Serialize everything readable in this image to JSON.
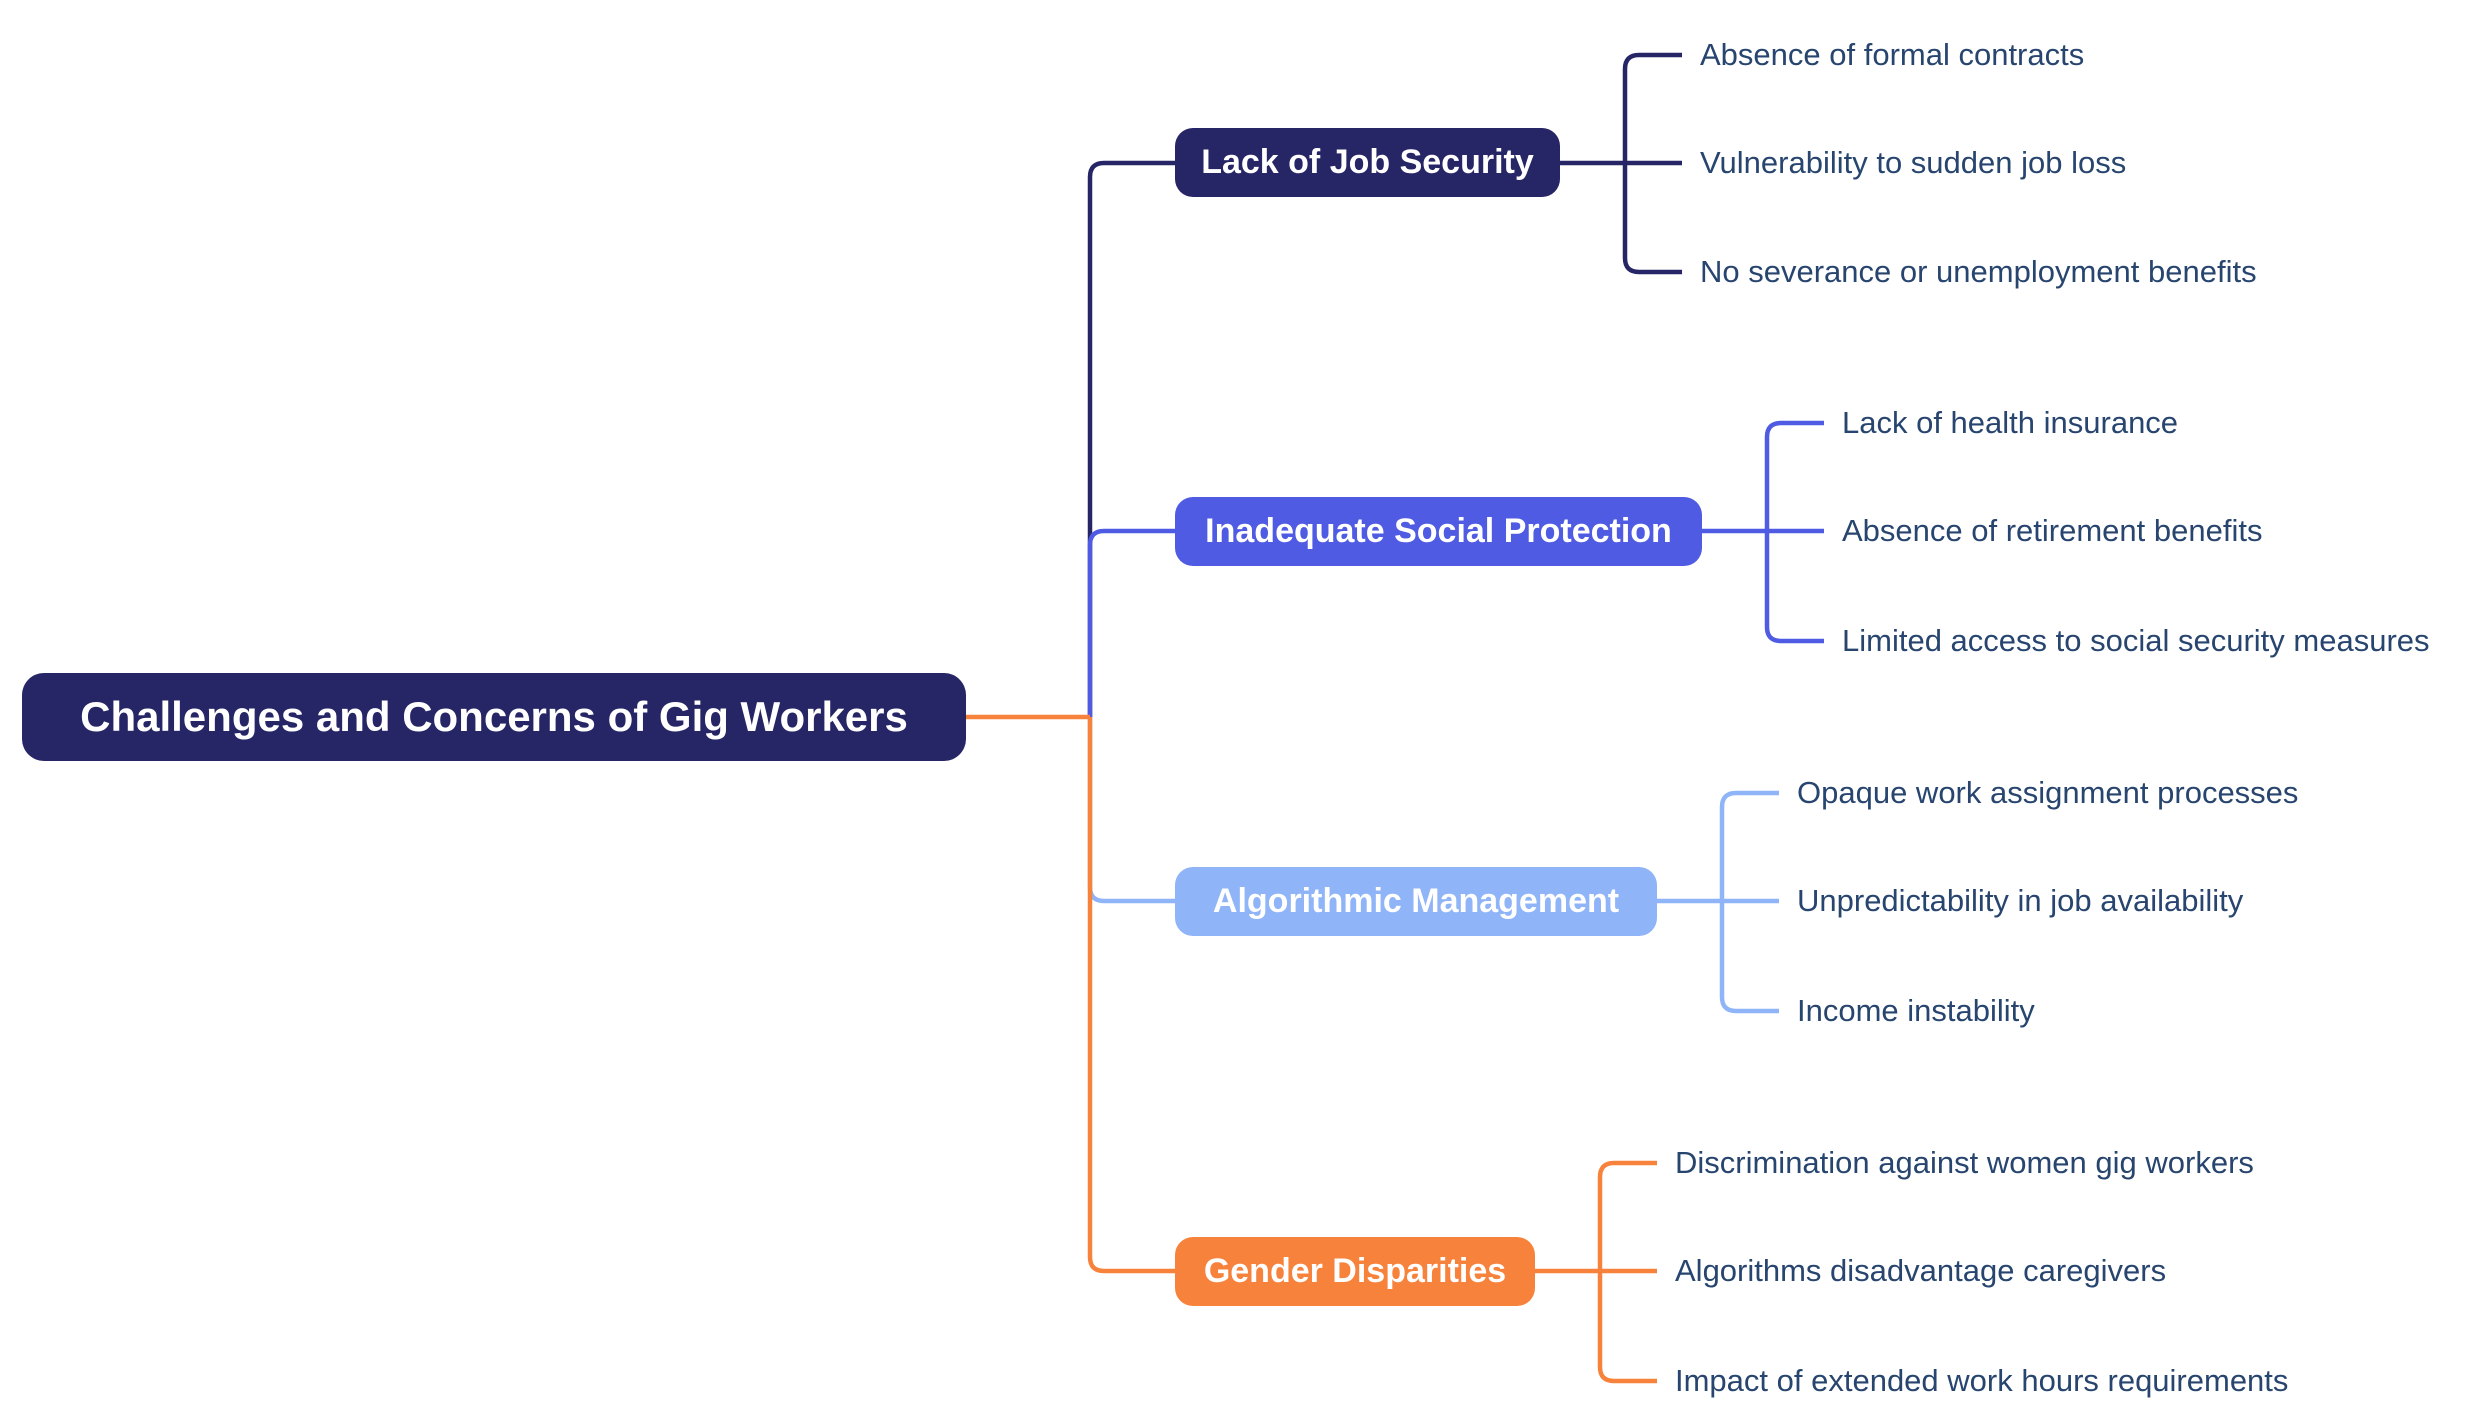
{
  "mindmap": {
    "root": {
      "label": "Challenges and Concerns of Gig Workers",
      "bg_color": "#262566",
      "text_color": "#ffffff"
    },
    "branches": [
      {
        "label": "Lack of Job Security",
        "color": "#262566",
        "children": [
          "Absence of formal contracts",
          "Vulnerability to sudden job loss",
          "No severance or unemployment benefits"
        ]
      },
      {
        "label": "Inadequate Social Protection",
        "color": "#4F5BE2",
        "children": [
          "Lack of health insurance",
          "Absence of retirement benefits",
          "Limited access to social security measures"
        ]
      },
      {
        "label": "Algorithmic Management",
        "color": "#8FB4F8",
        "children": [
          "Opaque work assignment processes",
          "Unpredictability in job availability",
          "Income instability"
        ]
      },
      {
        "label": "Gender Disparities",
        "color": "#F7823C",
        "children": [
          "Discrimination against women gig workers",
          "Algorithms disadvantage caregivers",
          "Impact of extended work hours requirements"
        ]
      }
    ],
    "leaf_text_color": "#27456E"
  }
}
